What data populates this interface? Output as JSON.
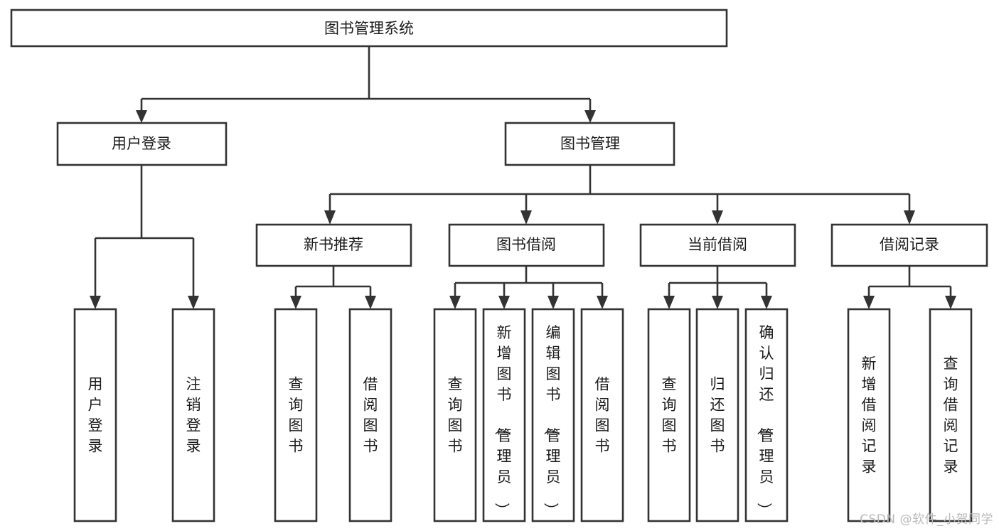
{
  "diagram": {
    "type": "tree",
    "title": "图书管理系统",
    "watermark": "CSDN @软件_小贺同学",
    "colors": {
      "stroke": "#333333",
      "fill": "#ffffff",
      "text": "#1b1b1b",
      "watermark": "#b9b9b9"
    },
    "root": {
      "id": "root",
      "label": "图书管理系统",
      "orientation": "horizontal"
    },
    "level2": [
      {
        "id": "user-login",
        "label": "用户登录",
        "orientation": "horizontal"
      },
      {
        "id": "book-manage",
        "label": "图书管理",
        "orientation": "horizontal"
      }
    ],
    "level3": [
      {
        "id": "new-book-recommend",
        "label": "新书推荐",
        "orientation": "horizontal",
        "parent": "book-manage"
      },
      {
        "id": "book-borrow",
        "label": "图书借阅",
        "orientation": "horizontal",
        "parent": "book-manage"
      },
      {
        "id": "current-borrow",
        "label": "当前借阅",
        "orientation": "horizontal",
        "parent": "book-manage"
      },
      {
        "id": "borrow-record",
        "label": "借阅记录",
        "orientation": "horizontal",
        "parent": "book-manage"
      }
    ],
    "leaves": [
      {
        "id": "leaf-user-login",
        "label": "用户登录",
        "orientation": "vertical",
        "parent": "user-login"
      },
      {
        "id": "leaf-user-logout",
        "label": "注销登录",
        "orientation": "vertical",
        "parent": "user-login"
      },
      {
        "id": "leaf-query-book-1",
        "label": "查询图书",
        "orientation": "vertical",
        "parent": "new-book-recommend"
      },
      {
        "id": "leaf-borrow-book-1",
        "label": "借阅图书",
        "orientation": "vertical",
        "parent": "new-book-recommend"
      },
      {
        "id": "leaf-query-book-2",
        "label": "查询图书",
        "orientation": "vertical",
        "parent": "book-borrow"
      },
      {
        "id": "leaf-add-book",
        "label": "新增图书（管理员）",
        "orientation": "vertical",
        "parent": "book-borrow"
      },
      {
        "id": "leaf-edit-book",
        "label": "编辑图书（管理员）",
        "orientation": "vertical",
        "parent": "book-borrow"
      },
      {
        "id": "leaf-borrow-book-2",
        "label": "借阅图书",
        "orientation": "vertical",
        "parent": "book-borrow"
      },
      {
        "id": "leaf-query-book-3",
        "label": "查询图书",
        "orientation": "vertical",
        "parent": "current-borrow"
      },
      {
        "id": "leaf-return-book",
        "label": "归还图书",
        "orientation": "vertical",
        "parent": "current-borrow"
      },
      {
        "id": "leaf-confirm-return",
        "label": "确认归还（管理员）",
        "orientation": "vertical",
        "parent": "current-borrow"
      },
      {
        "id": "leaf-add-record",
        "label": "新增借阅记录",
        "orientation": "vertical",
        "parent": "borrow-record"
      },
      {
        "id": "leaf-query-record",
        "label": "查询借阅记录",
        "orientation": "vertical",
        "parent": "borrow-record"
      }
    ]
  }
}
